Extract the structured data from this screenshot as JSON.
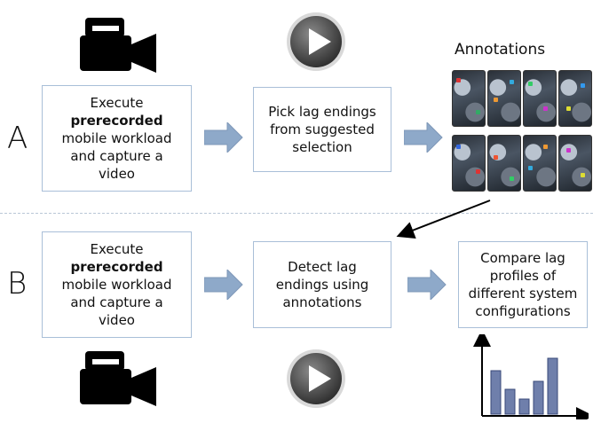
{
  "rows": {
    "a": {
      "label": "A",
      "step1": {
        "line1": "Execute",
        "bold": "prerecorded",
        "line3": "mobile workload",
        "line4": "and capture a",
        "line5": "video"
      },
      "step2": {
        "line1": "Pick lag endings",
        "line2": "from suggested",
        "line3": "selection"
      }
    },
    "b": {
      "label": "B",
      "step1": {
        "line1": "Execute",
        "bold": "prerecorded",
        "line3": "mobile workload",
        "line4": "and capture a",
        "line5": "video"
      },
      "step2": {
        "line1": "Detect lag",
        "line2": "endings using",
        "line3": "annotations"
      },
      "step3": {
        "line1": "Compare lag",
        "line2": "profiles of",
        "line3": "different system",
        "line4": "configurations"
      }
    }
  },
  "annotations": {
    "title": "Annotations"
  },
  "icons": [
    "video-camera-icon",
    "play-button-icon",
    "arrow-right-icon",
    "bar-chart-icon"
  ],
  "colors": {
    "box_border": "#a9bfd8",
    "arrow_fill": "#8ea9c9",
    "bar_fill": "#6f7fab",
    "divider": "#b9c7d6"
  }
}
